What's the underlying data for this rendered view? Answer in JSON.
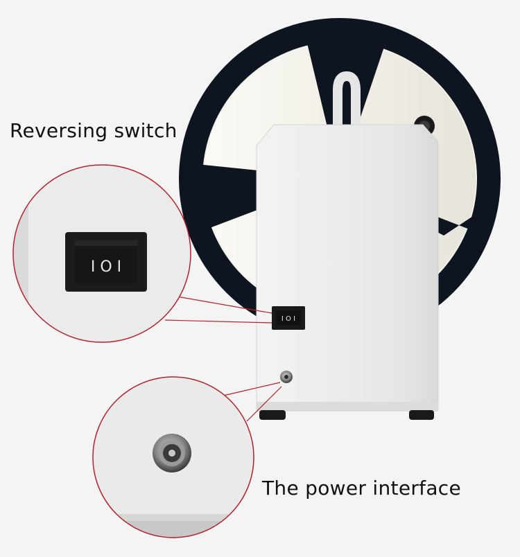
{
  "labels": {
    "reversing_switch": "Reversing switch",
    "power_interface": "The power interface"
  },
  "switch_symbols": "I O I",
  "colors": {
    "background": "#f4f4f4",
    "reel": "#0f1520",
    "housing": "#ececec",
    "callout_line": "#b5202a",
    "switch": "#1a1a1a"
  },
  "icons": [
    "reel-wheel",
    "rocker-switch-icon",
    "dc-jack-icon",
    "knob-icon"
  ]
}
